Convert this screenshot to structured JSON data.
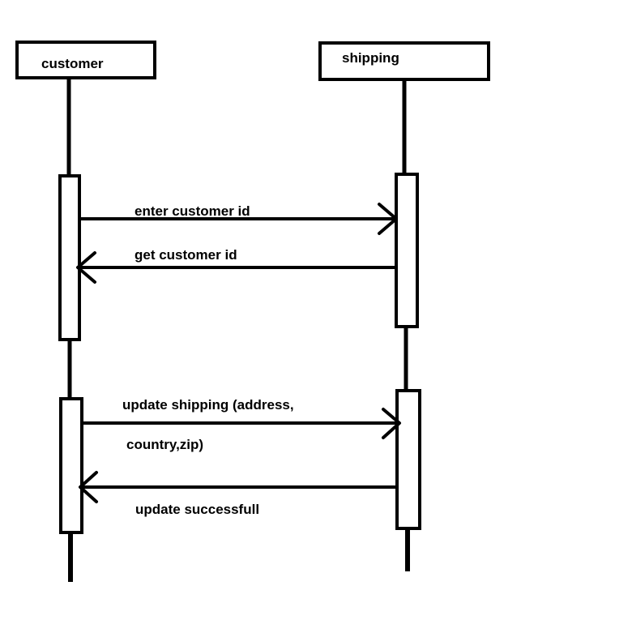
{
  "participants": [
    {
      "name": "customer"
    },
    {
      "name": "shipping"
    }
  ],
  "messages": [
    {
      "from": "customer",
      "to": "shipping",
      "label": "enter customer id"
    },
    {
      "from": "shipping",
      "to": "customer",
      "label": "get customer id"
    },
    {
      "from": "customer",
      "to": "shipping",
      "label_line1": "update shipping (address,",
      "label_line2": "country,zip)"
    },
    {
      "from": "shipping",
      "to": "customer",
      "label": "update successfull"
    }
  ],
  "colors": {
    "stroke": "#000000",
    "background": "#ffffff"
  }
}
